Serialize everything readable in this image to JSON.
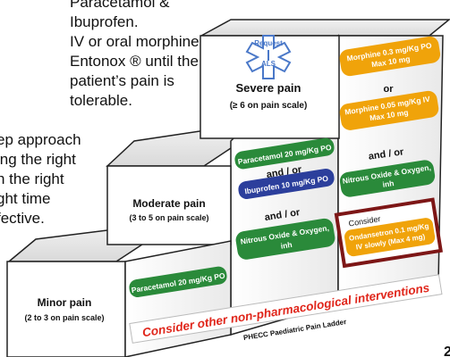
{
  "intro_lines": [
    "Paracetamol & Ibuprofen.",
    "IV or oral morphine,",
    "Entonox ® until the",
    "patient’s pain is",
    "tolerable."
  ],
  "side_lines": [
    "ep approach",
    "ing the right",
    "n the right",
    "ght time",
    "fective."
  ],
  "severe": {
    "title": "Severe pain",
    "scale": "(≥ 6 on pain scale)",
    "logo_text": "Request ALS"
  },
  "moderate": {
    "title": "Moderate pain",
    "scale": "(3 to 5 on pain scale)"
  },
  "minor": {
    "title": "Minor pain",
    "scale": "(2 to 3 on pain scale)"
  },
  "drugs": {
    "morphine_po": [
      "Morphine 0.3 mg/Kg PO",
      "Max 10 mg"
    ],
    "or": "or",
    "morphine_iv": [
      "Morphine 0.05 mg/Kg IV",
      "Max 10 mg"
    ],
    "and_or_right": "and / or",
    "nitrous_right": [
      "Nitrous Oxide & Oxygen,",
      "inh"
    ],
    "consider": "Consider",
    "ondansetron": [
      "Ondansetron 0.1 mg/Kg",
      "IV slowly (Max 4 mg)"
    ],
    "paracetamol_mid": "Paracetamol 20 mg/Kg PO",
    "and_or_mid1": "and / or",
    "ibuprofen": "Ibuprofen 10 mg/Kg PO",
    "and_or_mid2": "and / or",
    "nitrous_mid": [
      "Nitrous Oxide & Oxygen,",
      "inh"
    ],
    "paracetamol_low": "Paracetamol 20 mg/Kg PO"
  },
  "banner": "Consider other non-pharmacological interventions",
  "ladder_caption": "PHECC Paediatric Pain Ladder",
  "page_number": "2",
  "colors": {
    "orange": "#f0a30a",
    "green": "#2a8a3a",
    "blue": "#2c3f9c",
    "red_text": "#e0261b",
    "red_frame": "#7d1616",
    "logo_blue": "#4a78c8"
  }
}
